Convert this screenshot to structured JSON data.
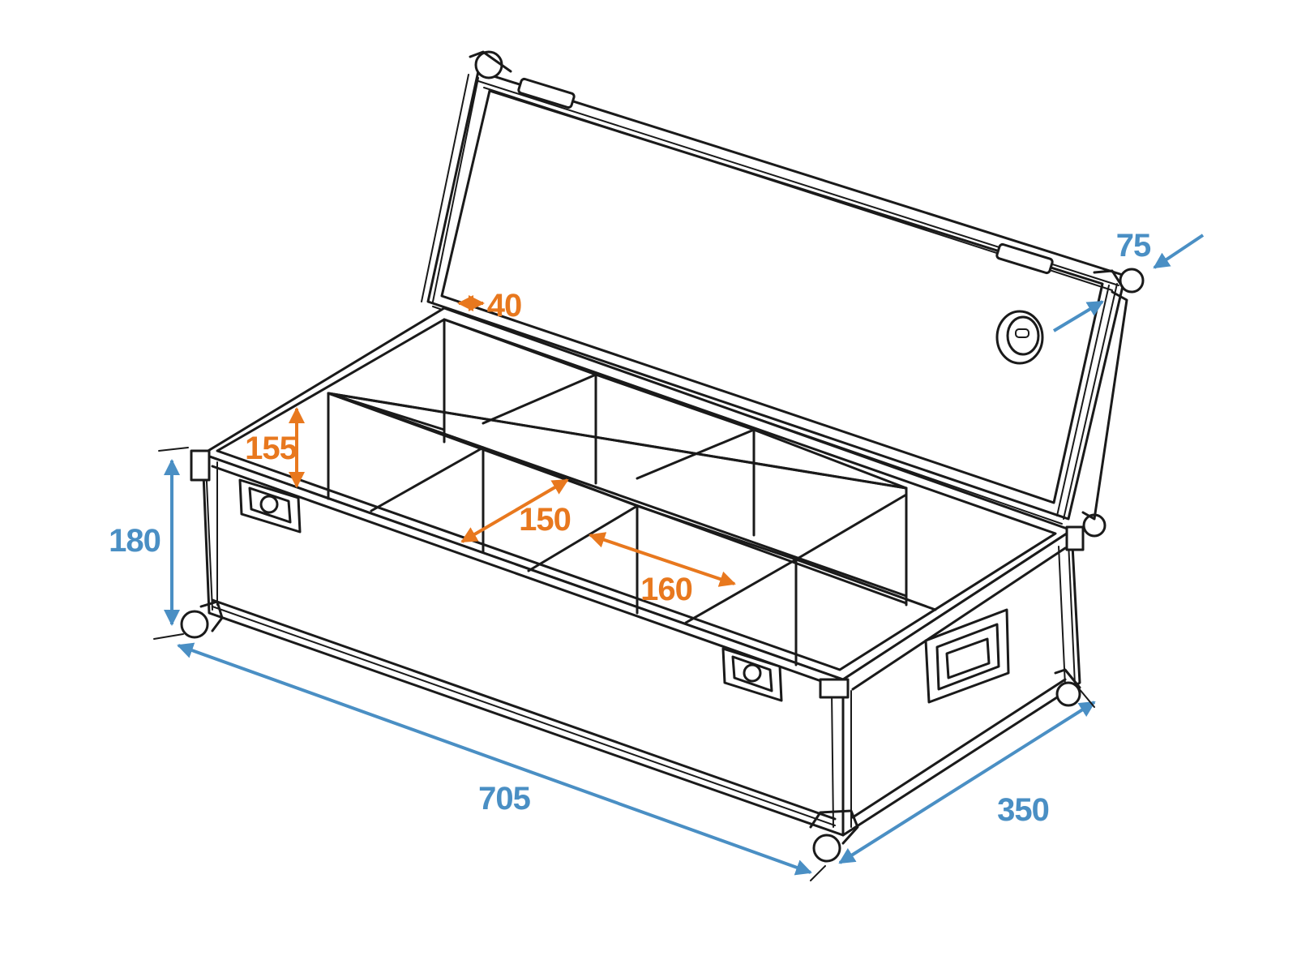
{
  "colors": {
    "outer_dimension": "#4a8fc4",
    "inner_dimension": "#e8781e",
    "outline": "#1a1a1a",
    "background": "#ffffff"
  },
  "outer_dimensions": {
    "length": "705",
    "height": "180",
    "depth": "350",
    "lid_height": "75"
  },
  "inner_dimensions": {
    "compartment_height": "155",
    "compartment_depth": "150",
    "compartment_width": "160",
    "lid_foam": "40"
  }
}
